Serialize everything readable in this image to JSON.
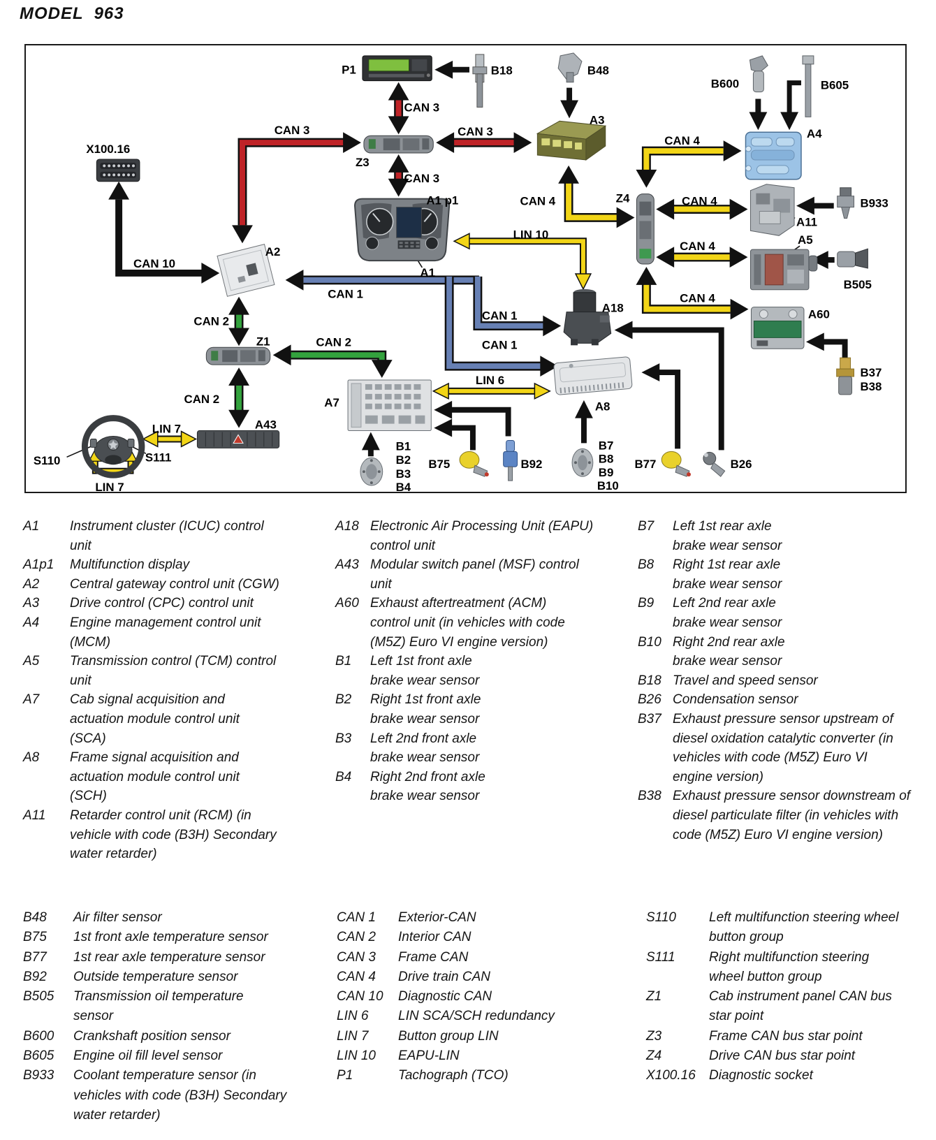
{
  "page": {
    "title": "MODEL  963"
  },
  "colors": {
    "can1_blue": "#6780b4",
    "can2_green": "#33a23d",
    "can3_red": "#bf2327",
    "can4_yellow": "#f2d517",
    "lin_yellow": "#f2d517",
    "diagnostic_black": "#111111"
  },
  "diagram": {
    "bus": {
      "can1": "CAN 1",
      "can2": "CAN 2",
      "can3": "CAN 3",
      "can4": "CAN 4",
      "can10": "CAN 10",
      "lin6": "LIN 6",
      "lin7": "LIN 7",
      "lin10": "LIN 10"
    },
    "components": {
      "p1": "P1",
      "b18": "B18",
      "b48": "B48",
      "a3": "A3",
      "z3": "Z3",
      "x100_16": "X100.16",
      "a1": "A1",
      "a1p1": "A1 p1",
      "a2": "A2",
      "b600": "B600",
      "b605": "B605",
      "a4": "A4",
      "z4": "Z4",
      "a11": "A11",
      "b933": "B933",
      "a5": "A5",
      "b505": "B505",
      "a60": "A60",
      "b37": "B37",
      "b38": "B38",
      "a18": "A18",
      "a8": "A8",
      "b7": "B7",
      "b8": "B8",
      "b9": "B9",
      "b10": "B10",
      "b77": "B77",
      "b26": "B26",
      "a7": "A7",
      "b1": "B1",
      "b2": "B2",
      "b3": "B3",
      "b4": "B4",
      "b75": "B75",
      "b92": "B92",
      "z1": "Z1",
      "a43": "A43",
      "s110": "S110",
      "s111": "S111"
    }
  },
  "legend": {
    "block1": {
      "col1": [
        {
          "key": "A1",
          "desc": "Instrument cluster (ICUC) control\nunit"
        },
        {
          "key": "A1p1",
          "desc": "Multifunction display"
        },
        {
          "key": "A2",
          "desc": "Central gateway control unit (CGW)"
        },
        {
          "key": "A3",
          "desc": "Drive control (CPC) control unit"
        },
        {
          "key": "A4",
          "desc": "Engine management control unit\n(MCM)"
        },
        {
          "key": "A5",
          "desc": "Transmission control (TCM) control\nunit"
        },
        {
          "key": "A7",
          "desc": "Cab signal acquisition and\nactuation module control unit\n(SCA)"
        },
        {
          "key": "A8",
          "desc": "Frame signal acquisition and\nactuation module control unit\n(SCH)"
        },
        {
          "key": "A11",
          "desc": "Retarder control unit (RCM) (in\nvehicle with code (B3H) Secondary\nwater retarder)"
        }
      ],
      "col2": [
        {
          "key": "A18",
          "desc": "Electronic Air Processing Unit (EAPU)\ncontrol unit"
        },
        {
          "key": "A43",
          "desc": "Modular switch panel (MSF) control\nunit"
        },
        {
          "key": "A60",
          "desc": "Exhaust aftertreatment (ACM)\ncontrol unit (in vehicles with code\n(M5Z) Euro VI engine version)"
        },
        {
          "key": "B1",
          "desc": "Left 1st front axle\nbrake wear sensor"
        },
        {
          "key": "B2",
          "desc": "Right 1st front axle\nbrake wear sensor"
        },
        {
          "key": "B3",
          "desc": "Left 2nd front axle\nbrake wear sensor"
        },
        {
          "key": "B4",
          "desc": "Right 2nd front axle\nbrake wear sensor"
        }
      ],
      "col3": [
        {
          "key": "B7",
          "desc": "Left 1st rear axle\nbrake wear sensor"
        },
        {
          "key": "B8",
          "desc": "Right 1st rear axle\nbrake wear sensor"
        },
        {
          "key": "B9",
          "desc": "Left 2nd rear axle\nbrake wear sensor"
        },
        {
          "key": "B10",
          "desc": "Right 2nd rear axle\nbrake wear sensor"
        },
        {
          "key": "B18",
          "desc": "Travel and speed sensor"
        },
        {
          "key": "B26",
          "desc": "Condensation sensor"
        },
        {
          "key": "B37",
          "desc": "Exhaust pressure sensor upstream of\ndiesel oxidation catalytic converter (in\nvehicles with code (M5Z) Euro VI\nengine version)"
        },
        {
          "key": "B38",
          "desc": "Exhaust pressure sensor downstream of\ndiesel particulate filter (in vehicles with\ncode (M5Z) Euro VI engine version)"
        }
      ]
    },
    "block2": {
      "col1": [
        {
          "key": "B48",
          "desc": "Air filter sensor"
        },
        {
          "key": "B75",
          "desc": "1st front axle temperature sensor"
        },
        {
          "key": "B77",
          "desc": "1st rear axle temperature sensor"
        },
        {
          "key": "B92",
          "desc": "Outside temperature sensor"
        },
        {
          "key": "B505",
          "desc": "Transmission oil temperature\nsensor"
        },
        {
          "key": "B600",
          "desc": "Crankshaft position sensor"
        },
        {
          "key": "B605",
          "desc": "Engine oil fill level sensor"
        },
        {
          "key": "B933",
          "desc": "Coolant temperature sensor (in\nvehicles with code (B3H) Secondary\nwater retarder)"
        }
      ],
      "col2": [
        {
          "key": "CAN 1",
          "desc": "Exterior-CAN"
        },
        {
          "key": "CAN 2",
          "desc": "Interior CAN"
        },
        {
          "key": "CAN 3",
          "desc": "Frame CAN"
        },
        {
          "key": "CAN 4",
          "desc": "Drive train CAN"
        },
        {
          "key": "CAN 10",
          "desc": "Diagnostic CAN"
        },
        {
          "key": "LIN 6",
          "desc": "LIN SCA/SCH redundancy"
        },
        {
          "key": "LIN 7",
          "desc": "Button group LIN"
        },
        {
          "key": "LIN 10",
          "desc": "EAPU-LIN"
        },
        {
          "key": "P1",
          "desc": "Tachograph (TCO)"
        }
      ],
      "col3": [
        {
          "key": "S110",
          "desc": "Left multifunction steering wheel\nbutton group"
        },
        {
          "key": "S111",
          "desc": "Right multifunction steering\nwheel button group"
        },
        {
          "key": "Z1",
          "desc": "Cab instrument panel CAN bus\nstar point"
        },
        {
          "key": "Z3",
          "desc": "Frame CAN bus star point"
        },
        {
          "key": "Z4",
          "desc": "Drive CAN bus star point"
        },
        {
          "key": "X100.16",
          "desc": "Diagnostic socket"
        }
      ]
    }
  }
}
